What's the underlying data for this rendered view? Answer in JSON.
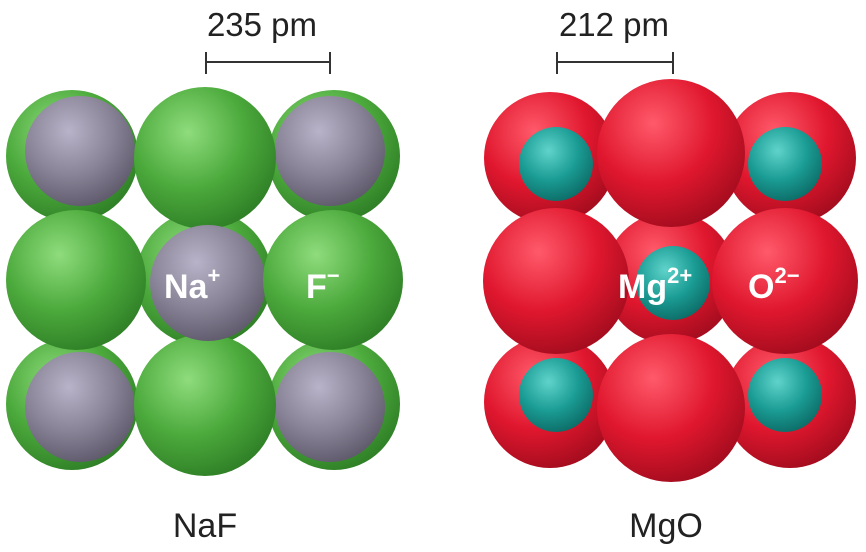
{
  "panels": [
    {
      "compound": "NaF",
      "distance_label": "235 pm",
      "cation": {
        "symbol": "Na",
        "charge": "+",
        "color": "#8a8498"
      },
      "anion": {
        "symbol": "F",
        "charge": "−",
        "color": "#4caa3c"
      }
    },
    {
      "compound": "MgO",
      "distance_label": "212 pm",
      "cation": {
        "symbol": "Mg",
        "charge": "2+",
        "color": "#1a9c94"
      },
      "anion": {
        "symbol": "O",
        "charge": "2−",
        "color": "#e0172e"
      }
    }
  ]
}
